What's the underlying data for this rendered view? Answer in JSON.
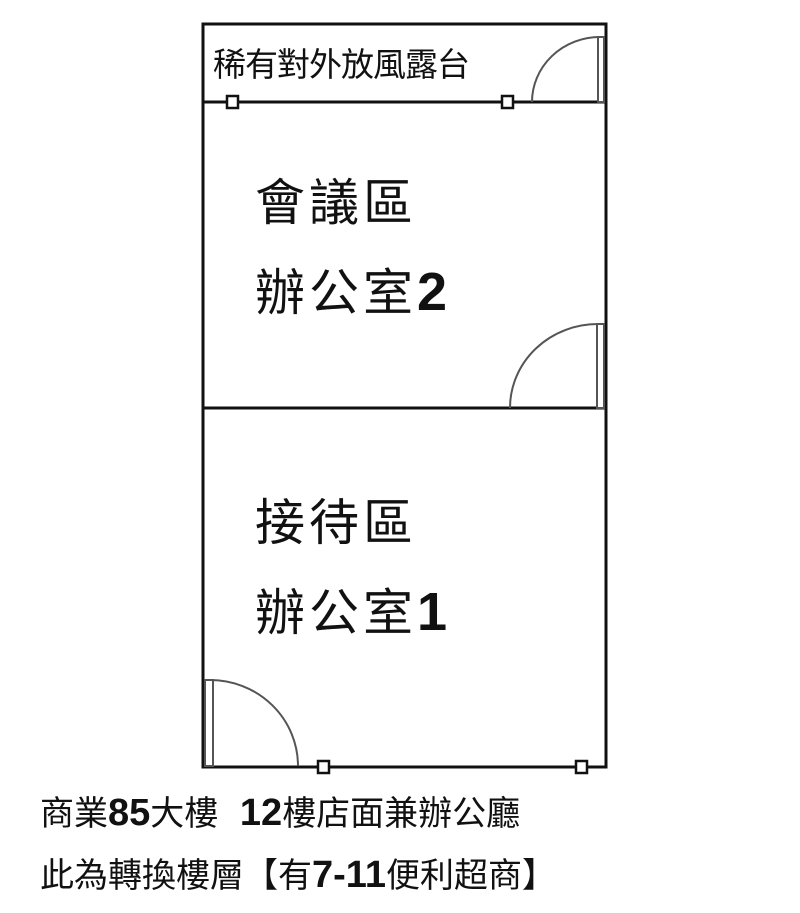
{
  "balcony": {
    "label": "稀有對外放風露台"
  },
  "room2": {
    "line1": "會議區",
    "line2_text": "辦公室",
    "line2_num": "2"
  },
  "room1": {
    "line1": "接待區",
    "line2_text": "辦公室",
    "line2_num": "1"
  },
  "caption": {
    "line1": {
      "a": "商業",
      "b": "85",
      "c": "大樓  ",
      "d": "12",
      "e": "樓店面兼辦公廳"
    },
    "line2": {
      "a": "此為轉換樓層【有",
      "b": "7-11",
      "c": "便利超商】"
    }
  }
}
